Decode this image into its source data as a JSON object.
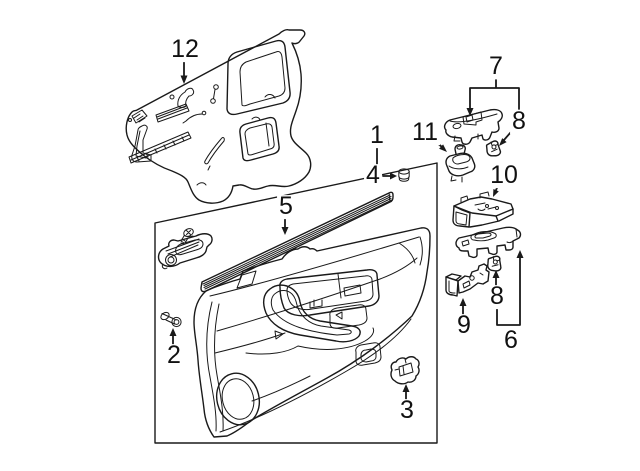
{
  "diagram": {
    "colors": {
      "background": "#ffffff",
      "line": "#1a1a1a",
      "label": "#111111"
    },
    "callouts": [
      {
        "id": "c12",
        "label": "12"
      },
      {
        "id": "c1",
        "label": "1"
      },
      {
        "id": "c4",
        "label": "4"
      },
      {
        "id": "c5",
        "label": "5"
      },
      {
        "id": "c2",
        "label": "2"
      },
      {
        "id": "c3",
        "label": "3"
      },
      {
        "id": "c7",
        "label": "7"
      },
      {
        "id": "c8a",
        "label": "8"
      },
      {
        "id": "c11",
        "label": "11"
      },
      {
        "id": "c10",
        "label": "10"
      },
      {
        "id": "c9",
        "label": "9"
      },
      {
        "id": "c8b",
        "label": "8"
      },
      {
        "id": "c6",
        "label": "6"
      }
    ]
  }
}
